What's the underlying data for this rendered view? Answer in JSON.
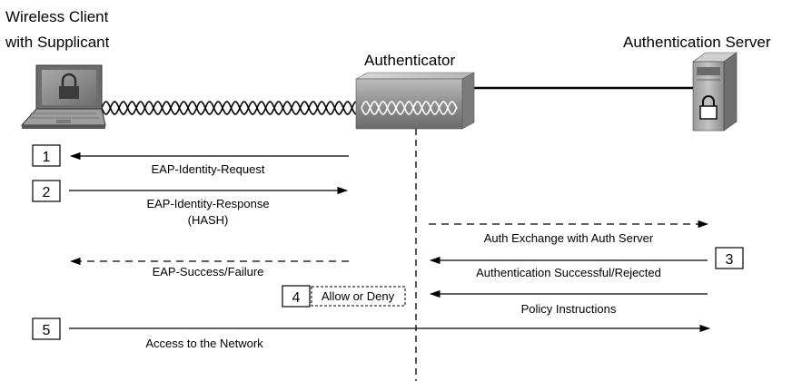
{
  "nodes": {
    "client": {
      "line1": "Wireless Client",
      "line2": "with Supplicant"
    },
    "authenticator": {
      "label": "Authenticator"
    },
    "server": {
      "label": "Authentication Server"
    }
  },
  "steps": [
    "1",
    "2",
    "3",
    "4",
    "5"
  ],
  "messages": {
    "identity_request": "EAP-Identity-Request",
    "identity_response": "EAP-Identity-Response",
    "hash": "(HASH)",
    "auth_exchange": "Auth Exchange with Auth Server",
    "success_failure": "EAP-Success/Failure",
    "auth_result": "Authentication Successful/Rejected",
    "allow_deny": "Allow or Deny",
    "policy": "Policy Instructions",
    "network_access": "Access to the Network"
  },
  "icons": {
    "client": "laptop-lock-icon",
    "authenticator": "access-point-icon",
    "server": "server-lock-icon"
  }
}
